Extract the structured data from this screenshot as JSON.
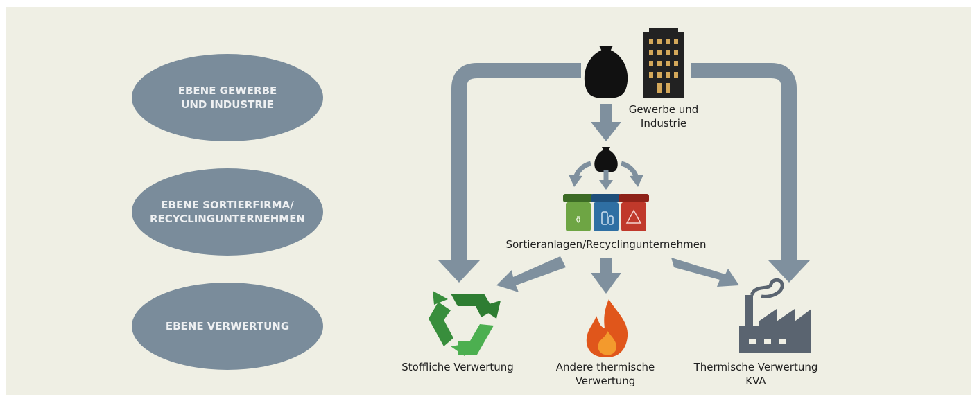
{
  "levels": [
    {
      "text": "EBENE GEWERBE\nUND INDUSTRIE"
    },
    {
      "text": "EBENE SORTIERFIRMA/\nRECYCLINGUNTERNEHMEN"
    },
    {
      "text": "EBENE VERWERTUNG"
    }
  ],
  "nodes": {
    "source": "Gewerbe und\nIndustrie",
    "sorting": "Sortieranlagen/Recyclingunternehmen",
    "material": "Stoffliche Verwertung",
    "other_thermal": "Andere thermische\nVerwertung",
    "thermal_kva": "Thermische Verwertung\nKVA"
  },
  "colors": {
    "panel": "#efefe4",
    "ellipse": "#7a8c9b",
    "arrow": "#7f909e",
    "bin_green": "#6ea544",
    "bin_blue": "#2f6fa3",
    "bin_red": "#c0392b",
    "recycle_green": "#2e7d32",
    "flame": "#e0561b",
    "factory": "#5a6470",
    "building": "#222222",
    "window": "#d4a85a"
  }
}
